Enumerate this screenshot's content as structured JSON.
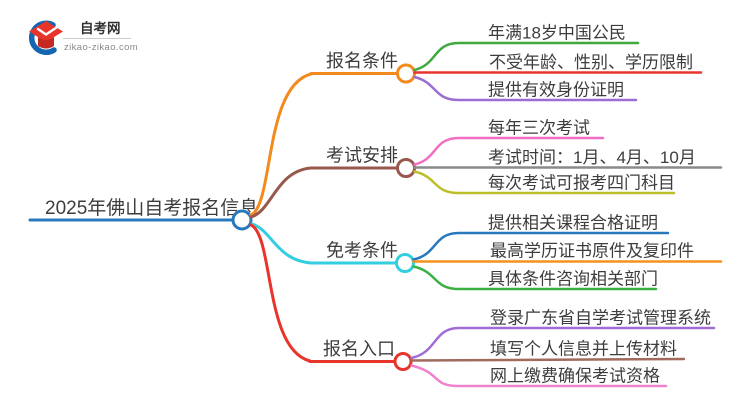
{
  "logo": {
    "title": "自考网",
    "url": "zikao-zikao.com",
    "arc_color": "#1565b0",
    "cap_color": "#e8352c",
    "cap_shade_color": "#c42a22"
  },
  "root": {
    "label": "2025年佛山自考报名信息",
    "color": "#2878be"
  },
  "branches": [
    {
      "label": "报名条件",
      "color": "#f28a1d",
      "children": [
        {
          "label": "年满18岁中国公民",
          "color": "#3fa83f"
        },
        {
          "label": "不受年龄、性别、学历限制",
          "color": "#e8352c"
        },
        {
          "label": "提供有效身份证明",
          "color": "#9c6ed2"
        }
      ]
    },
    {
      "label": "考试安排",
      "color": "#99584e",
      "children": [
        {
          "label": "每年三次考试",
          "color": "#f06fc2"
        },
        {
          "label": "考试时间：1月、4月、10月",
          "color": "#8a8a8a"
        },
        {
          "label": "每次考试可报考四门科目",
          "color": "#bcbe2a"
        }
      ]
    },
    {
      "label": "免考条件",
      "color": "#35cde0",
      "children": [
        {
          "label": "提供相关课程合格证明",
          "color": "#2878be"
        },
        {
          "label": "最高学历证书原件及复印件",
          "color": "#f5921e"
        },
        {
          "label": "具体条件咨询相关部门",
          "color": "#3cb043"
        }
      ]
    },
    {
      "label": "报名入口",
      "color": "#e8352c",
      "children": [
        {
          "label": "登录广东省自学考试管理系统",
          "color": "#a06cd5"
        },
        {
          "label": "填写个人信息并上传材料",
          "color": "#a06a5c"
        },
        {
          "label": "网上缴费确保考试资格",
          "color": "#ef82cd"
        }
      ]
    }
  ]
}
